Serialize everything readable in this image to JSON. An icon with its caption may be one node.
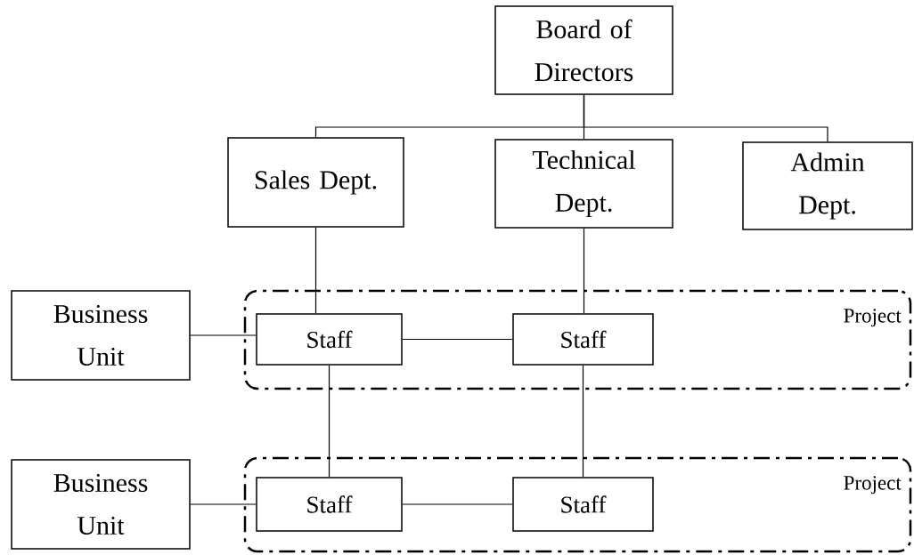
{
  "diagram": {
    "nodes": [
      {
        "text": [
          "Board of Directors"
        ]
      },
      {
        "text": [
          "Sales Dept."
        ]
      },
      {
        "text": [
          "Technical Dept."
        ]
      },
      {
        "text": [
          "Admin Dept."
        ]
      },
      {
        "text": [
          "Business Unit"
        ]
      },
      {
        "text": [
          "Project"
        ]
      },
      {
        "text": [
          "Staff"
        ],
        "in": 5
      },
      {
        "text": [
          "Staff"
        ],
        "in": 5
      },
      {
        "text": [
          "Business Unit"
        ]
      },
      {
        "text": [
          "Project"
        ]
      },
      {
        "text": [
          "Staff"
        ],
        "in": 9
      },
      {
        "text": [
          "Staff"
        ],
        "in": 9
      }
    ],
    "edges": [
      {
        "from": 0,
        "to": 1,
        "arrow": "none"
      },
      {
        "from": 0,
        "to": 2,
        "arrow": "none"
      },
      {
        "from": 0,
        "to": 3,
        "arrow": "none"
      },
      {
        "from": 1,
        "to": 6,
        "arrow": "none"
      },
      {
        "from": 2,
        "to": 7,
        "arrow": "none"
      },
      {
        "from": 4,
        "to": 6,
        "arrow": "none"
      },
      {
        "from": 6,
        "to": 7,
        "arrow": "none"
      },
      {
        "from": 6,
        "to": 10,
        "arrow": "none"
      },
      {
        "from": 7,
        "to": 11,
        "arrow": "none"
      },
      {
        "from": 8,
        "to": 10,
        "arrow": "none"
      },
      {
        "from": 10,
        "to": 11,
        "arrow": "none"
      }
    ]
  }
}
